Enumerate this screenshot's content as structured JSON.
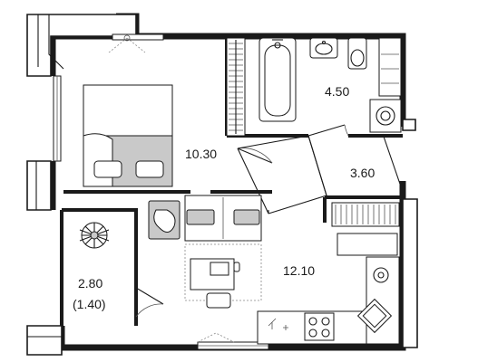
{
  "rooms": {
    "bedroom": {
      "area": "10.30"
    },
    "bathroom": {
      "area": "4.50"
    },
    "hallway": {
      "area": "3.60"
    },
    "kitchen_living": {
      "area": "12.10"
    },
    "balcony": {
      "area": "2.80",
      "reduced_area": "(1.40)"
    }
  },
  "colors": {
    "wall": "#1a1a1a",
    "furniture_fill": "#c9c9c9",
    "background": "#ffffff"
  }
}
